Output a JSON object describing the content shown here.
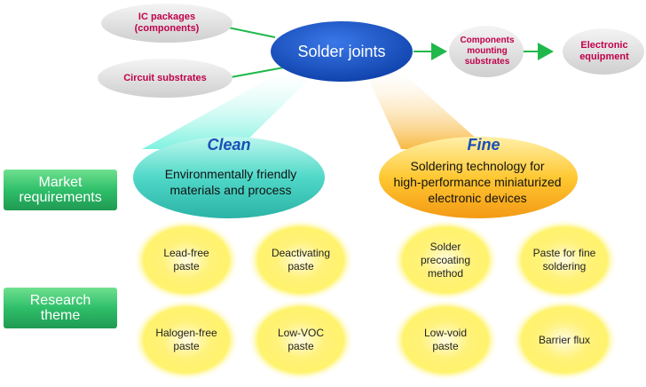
{
  "top": {
    "ic_packages": "IC packages\n(components)",
    "circuit_substrates": "Circuit substrates",
    "solder_joints": "Solder joints",
    "components_mounting": "Components\nmounting\nsubstrates",
    "electronic_equipment": "Electronic\nequipment"
  },
  "clean": {
    "title": "Clean",
    "description": "Environmentally friendly\nmaterials and process",
    "themes": [
      "Lead-free\npaste",
      "Deactivating\npaste",
      "Halogen-free\npaste",
      "Low-VOC\npaste"
    ]
  },
  "fine": {
    "title": "Fine",
    "description": "Soldering technology for\nhigh-performance miniaturized\nelectronic devices",
    "themes": [
      "Solder\nprecoating\nmethod",
      "Paste for fine\nsoldering",
      "Low-void\npaste",
      "Barrier flux"
    ]
  },
  "side": {
    "market": "Market\nrequirements",
    "research": "Research\ntheme"
  },
  "colors": {
    "accent_blue": "#1d56c8",
    "green": "#2fbf6a",
    "cyan": "#4fd4c4",
    "orange": "#f2b020",
    "yellow": "#fff060"
  }
}
